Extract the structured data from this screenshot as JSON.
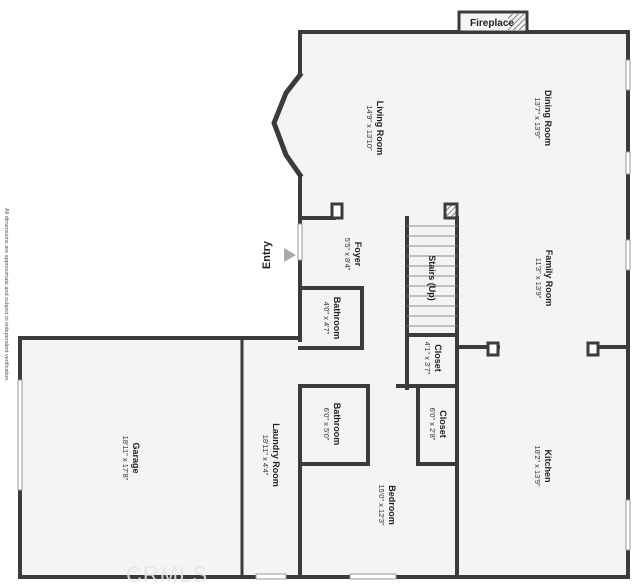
{
  "plan": {
    "colors": {
      "wall": "#3b3b3b",
      "floor": "#f4f4f4",
      "background": "#ffffff",
      "window": "#ffffff",
      "text": "#1f1f1f",
      "arrow": "#a9a9a9"
    },
    "disclaimer": "All dimensions are approximate and subject to independent verification.",
    "entry": "Entry",
    "watermark": "CRMLS",
    "rooms": {
      "fireplace": {
        "name": "Fireplace"
      },
      "dining": {
        "name": "Dining Room",
        "dims": "13'7\" x 13'9\""
      },
      "living": {
        "name": "Living Room",
        "dims": "14'9\" x 13'10\""
      },
      "foyer": {
        "name": "Foyer",
        "dims": "5'5\" x 8'4\""
      },
      "stairs": {
        "name": "Stairs (Up)"
      },
      "family": {
        "name": "Family Room",
        "dims": "11'3\" x 13'9\""
      },
      "bath1": {
        "name": "Bathroom",
        "dims": "4'0\" x 4'7\""
      },
      "closet1": {
        "name": "Closet",
        "dims": "4'1\" x 3'7\""
      },
      "garage": {
        "name": "Garage",
        "dims": "18'11\" x 17'8\""
      },
      "laundry": {
        "name": "Laundry Room",
        "dims": "18'11\" x 4'4\""
      },
      "bath2": {
        "name": "Bathroom",
        "dims": "6'0\" x 5'0\""
      },
      "closet2": {
        "name": "Closet",
        "dims": "6'0\" x 2'8\""
      },
      "kitchen": {
        "name": "Kitchen",
        "dims": "18'2\" x 13'9\""
      },
      "bedroom": {
        "name": "Bedroom",
        "dims": "15'0\" x 12'3\""
      }
    }
  }
}
